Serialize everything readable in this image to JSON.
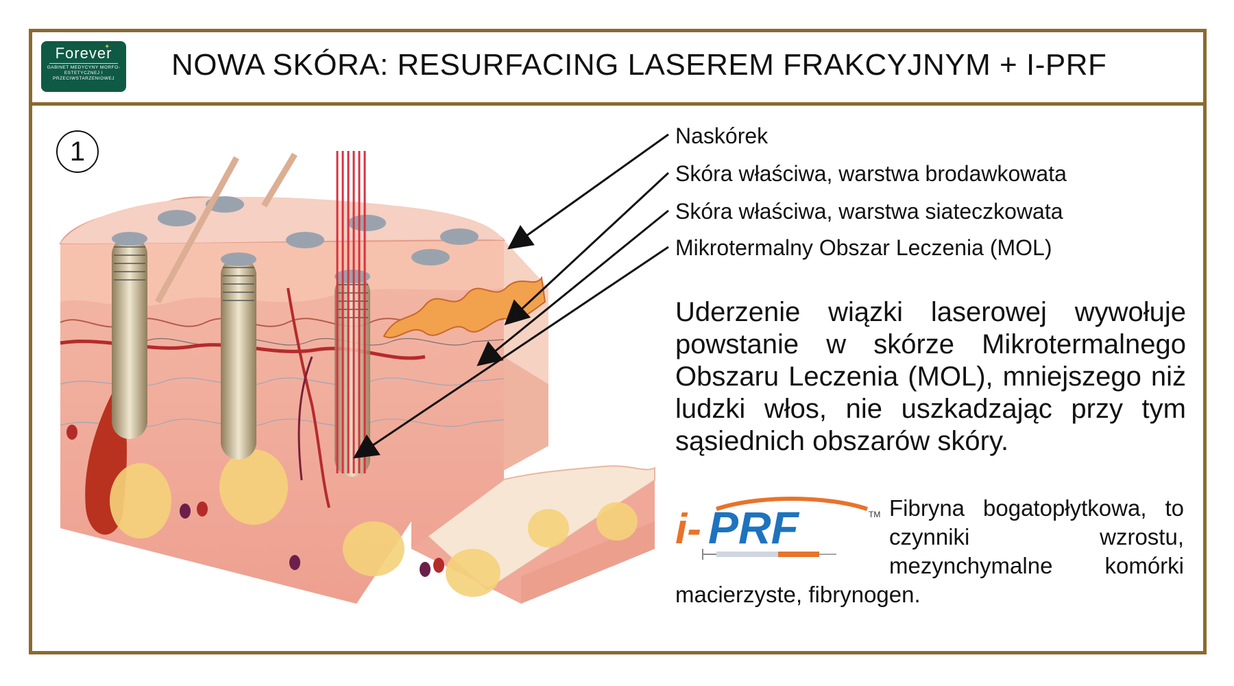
{
  "header": {
    "title": "NOWA SKÓRA: RESURFACING LASEREM FRAKCYJNYM + I-PRF",
    "logo": {
      "name": "Forever",
      "subtitle": "GABINET MEDYCYNY MORFO-ESTETYCZNEJ I PRZECIWSTARZENIOWEJ"
    }
  },
  "step_number": "1",
  "labels": [
    "Naskórek",
    "Skóra właściwa, warstwa brodawkowata",
    "Skóra właściwa, warstwa siateczkowata",
    "Mikrotermalny Obszar Leczenia (MOL)"
  ],
  "description": "Uderzenie wiązki laserowej wywołuje powstanie w skórze Mikrotermalnego Obszaru Leczenia (MOL), mniejszego niż ludzki włos, nie uszkadzając przy tym sąsiednich obszarów skóry.",
  "iprf": {
    "brand": "i-PRF",
    "trademark": "TM",
    "text": "Fibryna bogatopłytkowa, to czynniki wzrostu, mezynchymalne komórki macierzyste, fibrynogen."
  },
  "colors": {
    "border": "#8a6a2e",
    "logo_bg": "#0f5a44",
    "brand_blue": "#1e73be",
    "brand_orange": "#e8732a",
    "skin_pink": "#f2b3a3",
    "epidermis": "#f6c9b9",
    "laser_red": "#d8323f"
  }
}
